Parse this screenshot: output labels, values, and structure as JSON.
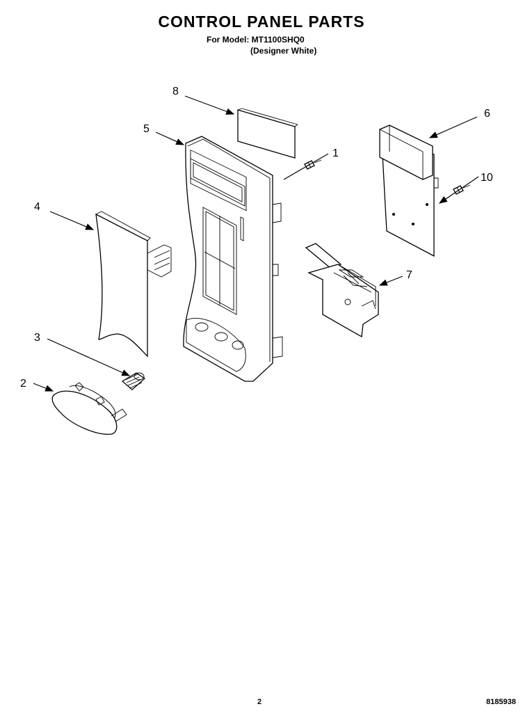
{
  "header": {
    "title": "CONTROL PANEL PARTS",
    "model_line": "For Model:  MT1100SHQ0",
    "variant_line": "(Designer White)"
  },
  "callouts": [
    "1",
    "2",
    "3",
    "4",
    "5",
    "6",
    "7",
    "8",
    "10"
  ],
  "footer": {
    "page_number": "2",
    "document_number": "8185938"
  }
}
